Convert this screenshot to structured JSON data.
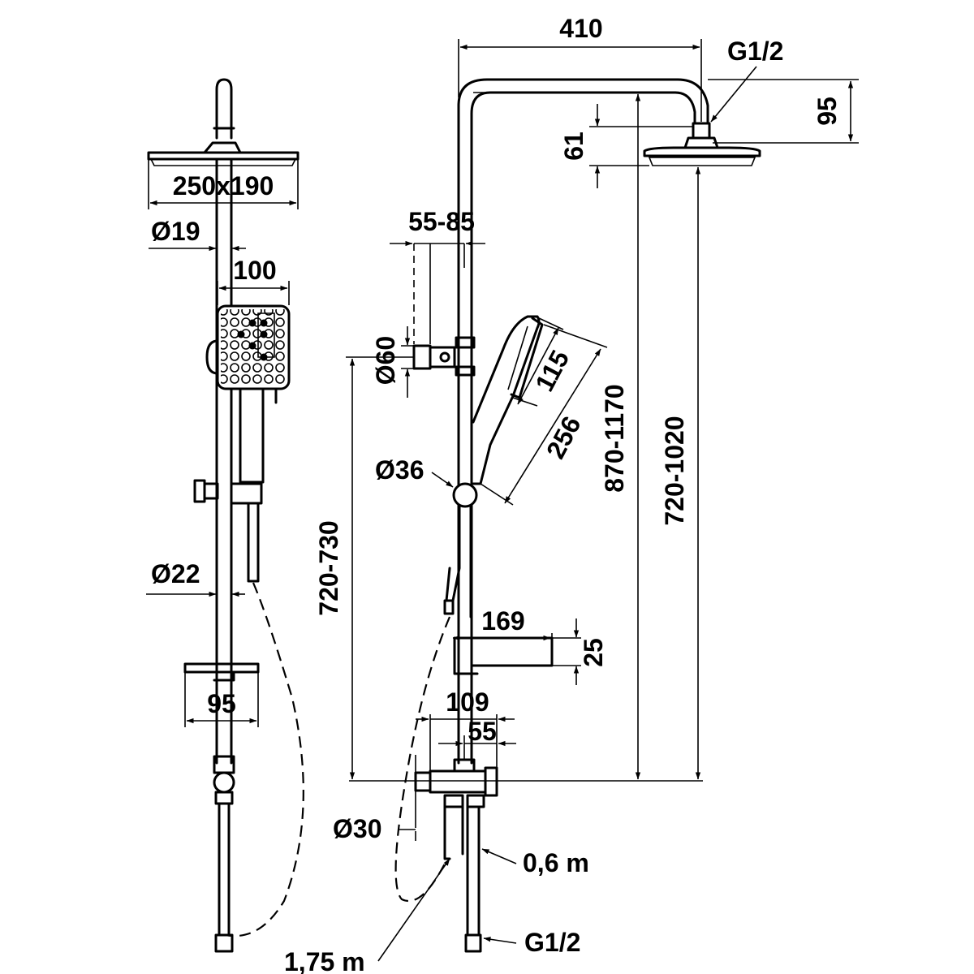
{
  "left_view": {
    "head_size": "250x190",
    "pipe_top_diameter": "Ø19",
    "handshower_width": "100",
    "pipe_diameter": "Ø22",
    "shelf_width": "95"
  },
  "right_view": {
    "arm_reach": "410",
    "head_connection_thread": "G1/2",
    "head_drop": "95",
    "head_height": "61",
    "holder_adjust_range": "55-85",
    "holder_diameter": "Ø60",
    "handshower_head_length": "115",
    "handshower_length": "256",
    "joint_diameter": "Ø36",
    "total_height_range": "870-1170",
    "head_height_range": "720-1020",
    "holder_height_range": "720-730",
    "spout_length": "169",
    "spout_height": "25",
    "valve_width": "109",
    "valve_centre": "55",
    "valve_diameter": "Ø30",
    "supply_pipe_length": "0,6 m",
    "hose_length": "1,75 m",
    "supply_thread": "G1/2"
  }
}
